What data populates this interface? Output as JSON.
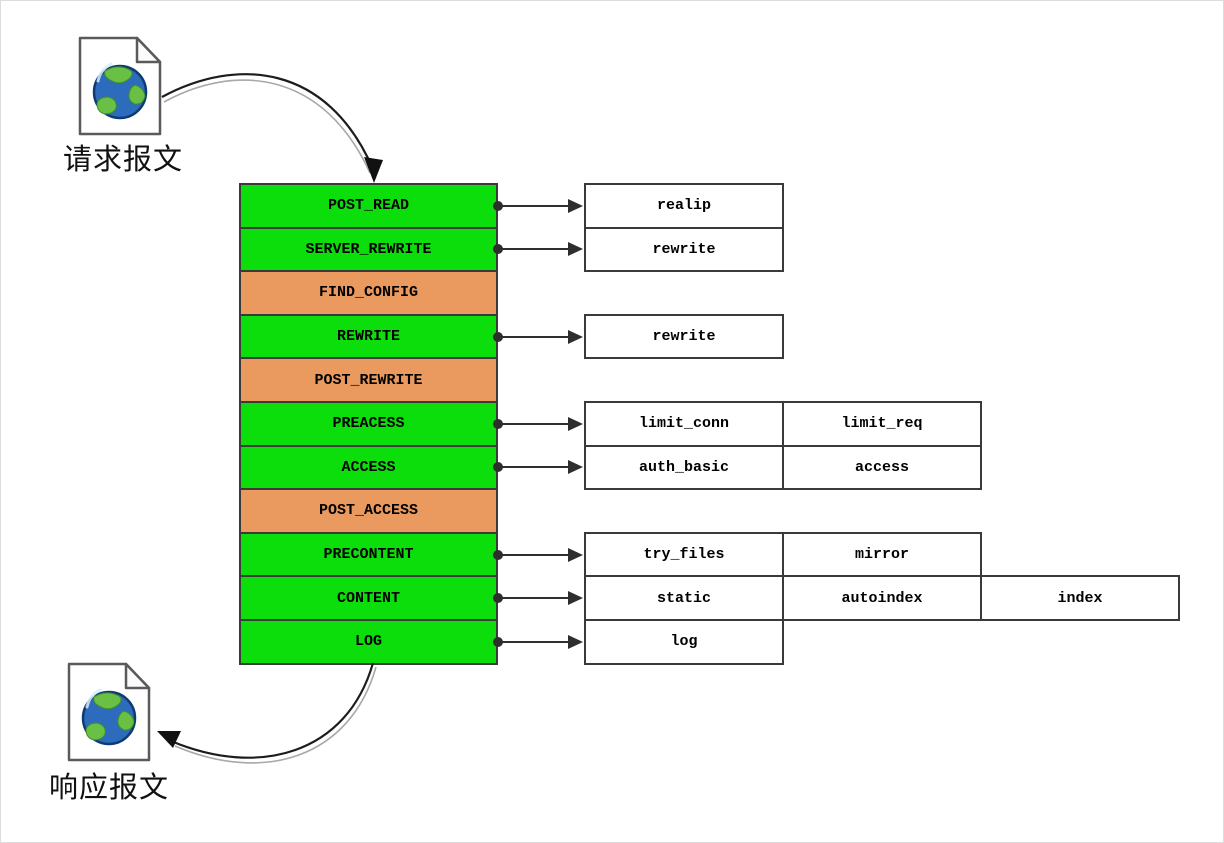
{
  "labels": {
    "request": "请求报文",
    "response": "响应报文"
  },
  "colors": {
    "green": "#0CDE0C",
    "orange": "#EA9A5E",
    "box_border": "#3A3A3A",
    "line": "#2E2E2E"
  },
  "diagram": {
    "phases": [
      {
        "label": "POST_READ",
        "color": "green",
        "modules": [
          "realip"
        ]
      },
      {
        "label": "SERVER_REWRITE",
        "color": "green",
        "modules": [
          "rewrite"
        ]
      },
      {
        "label": "FIND_CONFIG",
        "color": "orange",
        "modules": []
      },
      {
        "label": "REWRITE",
        "color": "green",
        "modules": [
          "rewrite"
        ]
      },
      {
        "label": "POST_REWRITE",
        "color": "orange",
        "modules": []
      },
      {
        "label": "PREACESS",
        "color": "green",
        "modules": [
          "limit_conn",
          "limit_req"
        ]
      },
      {
        "label": "ACCESS",
        "color": "green",
        "modules": [
          "auth_basic",
          "access"
        ]
      },
      {
        "label": "POST_ACCESS",
        "color": "orange",
        "modules": []
      },
      {
        "label": "PRECONTENT",
        "color": "green",
        "modules": [
          "try_files",
          "mirror"
        ]
      },
      {
        "label": "CONTENT",
        "color": "green",
        "modules": [
          "static",
          "autoindex",
          "index"
        ]
      },
      {
        "label": "LOG",
        "color": "green",
        "modules": [
          "log"
        ]
      }
    ]
  }
}
